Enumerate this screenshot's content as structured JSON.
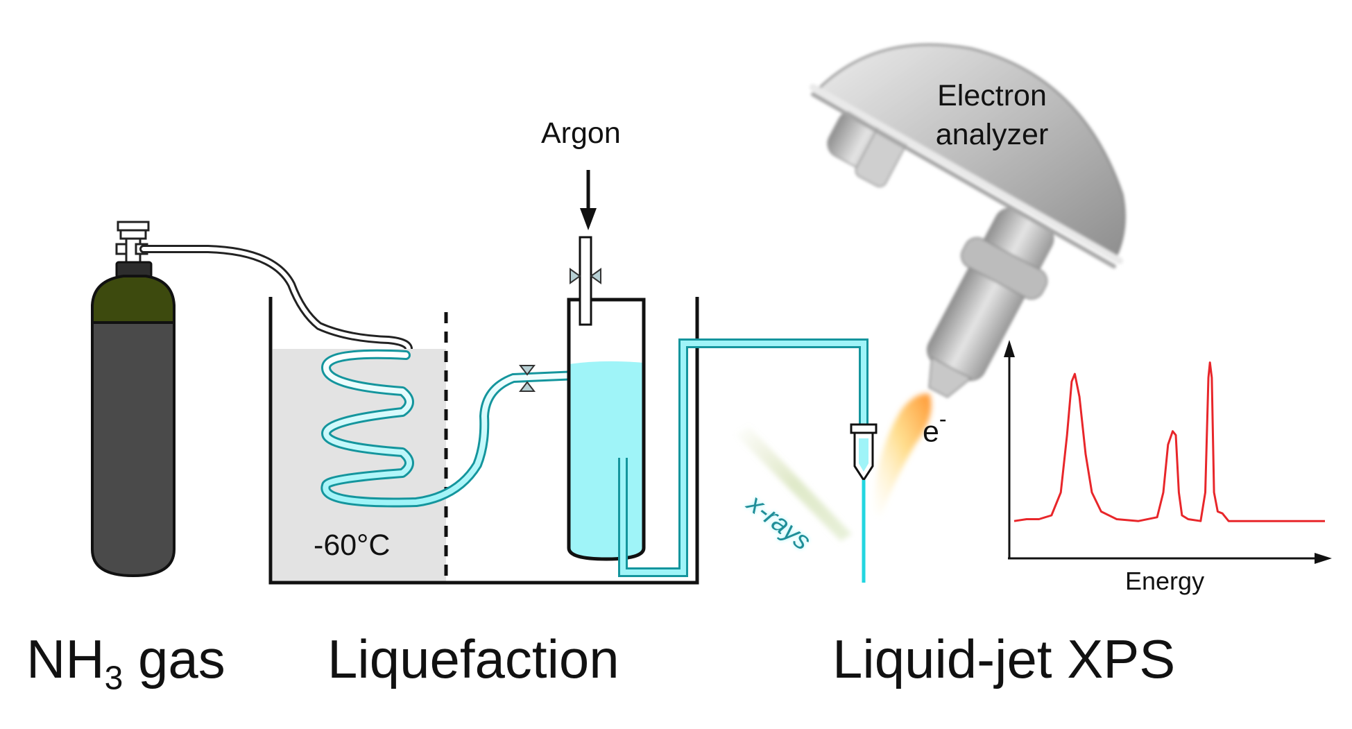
{
  "labels": {
    "argon": "Argon",
    "temperature": "-60°C",
    "analyzer_line1": "Electron",
    "analyzer_line2": "analyzer",
    "electron": "e",
    "electron_sup": "-",
    "xrays": "x-rays",
    "energy": "Energy",
    "stage_gas_prefix": "NH",
    "stage_gas_sub": "3",
    "stage_gas_suffix": " gas",
    "stage_liquefaction": "Liquefaction",
    "stage_xps": "Liquid-jet XPS"
  },
  "colors": {
    "liquid": "#9ff4f8",
    "liquid_stroke": "#1aa8b0",
    "cylinder_body": "#4a4a4a",
    "cylinder_cap": "#3d4a0e",
    "bath": "#e3e3e3",
    "spectrum": "#e8262a",
    "analyzer": "#b8b8b8"
  },
  "chart_data": {
    "type": "line",
    "xlabel": "Energy",
    "ylabel": "",
    "series": [
      {
        "values": [
          [
            0,
            0.05
          ],
          [
            4,
            0.06
          ],
          [
            8,
            0.06
          ],
          [
            12,
            0.08
          ],
          [
            15,
            0.2
          ],
          [
            17,
            0.5
          ],
          [
            18.5,
            0.78
          ],
          [
            19.5,
            0.82
          ],
          [
            21,
            0.7
          ],
          [
            23,
            0.4
          ],
          [
            25,
            0.2
          ],
          [
            28,
            0.1
          ],
          [
            33,
            0.06
          ],
          [
            40,
            0.05
          ],
          [
            46,
            0.07
          ],
          [
            48,
            0.2
          ],
          [
            49.5,
            0.45
          ],
          [
            51,
            0.52
          ],
          [
            52,
            0.5
          ],
          [
            53,
            0.2
          ],
          [
            54,
            0.08
          ],
          [
            56,
            0.06
          ],
          [
            60,
            0.05
          ],
          [
            61.5,
            0.2
          ],
          [
            62.5,
            0.8
          ],
          [
            63,
            0.88
          ],
          [
            63.6,
            0.8
          ],
          [
            64.3,
            0.2
          ],
          [
            65.5,
            0.1
          ],
          [
            67,
            0.09
          ],
          [
            69,
            0.05
          ],
          [
            80,
            0.05
          ],
          [
            100,
            0.05
          ]
        ]
      }
    ]
  }
}
